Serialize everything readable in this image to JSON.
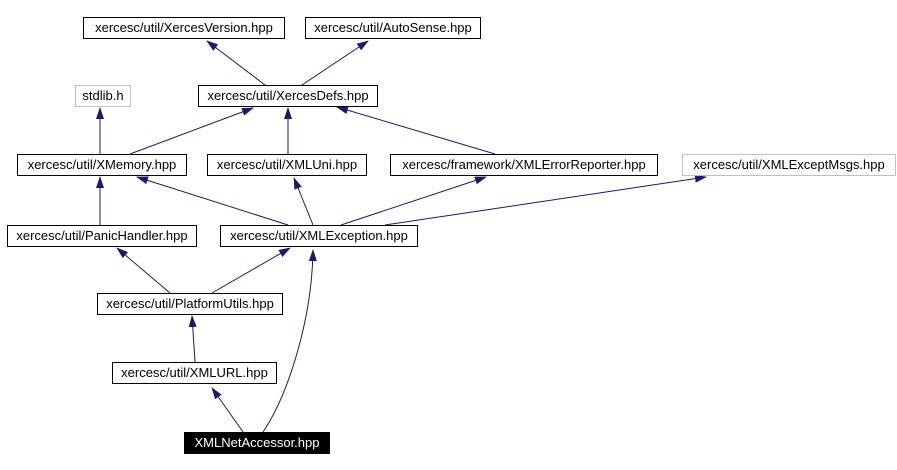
{
  "diagram": {
    "kind": "include-dependency-graph",
    "background_color": "#ffffff",
    "edge_color": "#191970",
    "node_border_color": "#000000",
    "external_node_border_color": "#bfbfbf",
    "current_node_background": "#000000",
    "current_node_text_color": "#ffffff",
    "nodes": [
      {
        "id": "xercesversion",
        "label": "xercesc/util/XercesVersion.hpp",
        "kind": "normal"
      },
      {
        "id": "autosense",
        "label": "xercesc/util/AutoSense.hpp",
        "kind": "normal"
      },
      {
        "id": "stdlib",
        "label": "stdlib.h",
        "kind": "external"
      },
      {
        "id": "xercesdefs",
        "label": "xercesc/util/XercesDefs.hpp",
        "kind": "normal"
      },
      {
        "id": "xmemory",
        "label": "xercesc/util/XMemory.hpp",
        "kind": "normal"
      },
      {
        "id": "xmluni",
        "label": "xercesc/util/XMLUni.hpp",
        "kind": "normal"
      },
      {
        "id": "xmlerrorreporter",
        "label": "xercesc/framework/XMLErrorReporter.hpp",
        "kind": "normal"
      },
      {
        "id": "xmlexceptmsgs",
        "label": "xercesc/util/XMLExceptMsgs.hpp",
        "kind": "external"
      },
      {
        "id": "panichandler",
        "label": "xercesc/util/PanicHandler.hpp",
        "kind": "normal"
      },
      {
        "id": "xmlexception",
        "label": "xercesc/util/XMLException.hpp",
        "kind": "normal"
      },
      {
        "id": "platformutils",
        "label": "xercesc/util/PlatformUtils.hpp",
        "kind": "normal"
      },
      {
        "id": "xmlurl",
        "label": "xercesc/util/XMLURL.hpp",
        "kind": "normal"
      },
      {
        "id": "xmlnetaccessor",
        "label": "XMLNetAccessor.hpp",
        "kind": "current"
      }
    ],
    "edges": [
      {
        "from": "xercesdefs",
        "to": "xercesversion"
      },
      {
        "from": "xercesdefs",
        "to": "autosense"
      },
      {
        "from": "xmemory",
        "to": "stdlib"
      },
      {
        "from": "xmemory",
        "to": "xercesdefs"
      },
      {
        "from": "xmluni",
        "to": "xercesdefs"
      },
      {
        "from": "xmlerrorreporter",
        "to": "xercesdefs"
      },
      {
        "from": "panichandler",
        "to": "xmemory"
      },
      {
        "from": "xmlexception",
        "to": "xmemory"
      },
      {
        "from": "xmlexception",
        "to": "xmluni"
      },
      {
        "from": "xmlexception",
        "to": "xmlerrorreporter"
      },
      {
        "from": "xmlexception",
        "to": "xmlexceptmsgs"
      },
      {
        "from": "platformutils",
        "to": "panichandler"
      },
      {
        "from": "platformutils",
        "to": "xmlexception"
      },
      {
        "from": "xmlurl",
        "to": "platformutils"
      },
      {
        "from": "xmlnetaccessor",
        "to": "xmlurl"
      },
      {
        "from": "xmlnetaccessor",
        "to": "xmlexception"
      }
    ]
  }
}
